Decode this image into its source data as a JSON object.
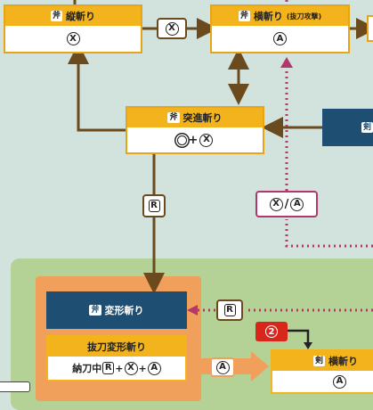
{
  "colors": {
    "background": "#d2e2dc",
    "node_header": "#f3b31c",
    "arrow": "#6b4a1e",
    "dotted": "#b3376c",
    "dark_node": "#1e4f73",
    "green_zone": "#b5d296",
    "orange_zone": "#f0a05a",
    "red_badge": "#d9261c"
  },
  "nodes": {
    "vertical_slash": {
      "tag": "斧",
      "title": "縦斬り",
      "button": "X"
    },
    "side_slash": {
      "tag": "斧",
      "title": "横斬り",
      "note": "(抜刀攻撃)",
      "button": "A"
    },
    "advancing_slash": {
      "tag": "斧",
      "title": "突進斬り",
      "button_a": "◎",
      "plus": "+",
      "button_b": "X"
    },
    "sword_edge": {
      "tag": "剣"
    },
    "morph_slash": {
      "tag": "斧",
      "title": "変形斬り"
    },
    "draw_morph_slash": {
      "title": "抜刀変形斬り",
      "prefix": "納刀中",
      "r": "R",
      "plus1": "+",
      "x": "X",
      "plus2": "+",
      "a": "A"
    },
    "sword_side_slash": {
      "tag": "剣",
      "title": "横斬り",
      "button": "A"
    }
  },
  "connectors": {
    "top_x": "X",
    "r_left": "R",
    "x_or_a": {
      "x": "X",
      "slash": "/",
      "a": "A"
    },
    "r_right": "R",
    "a_big": "A",
    "badge_2": "2"
  }
}
